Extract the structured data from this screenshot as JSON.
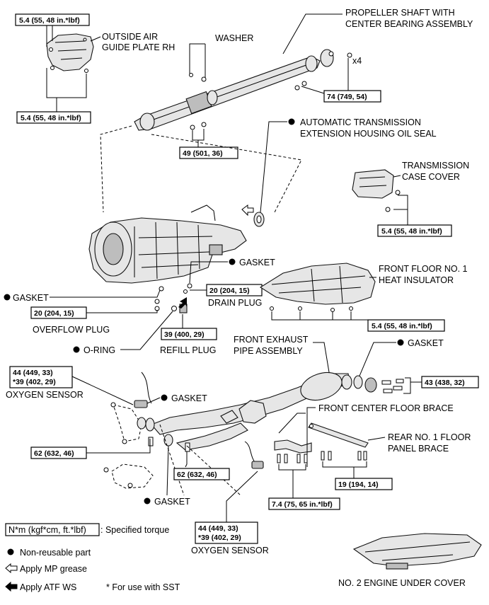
{
  "labels": {
    "outside_air_guide_plate": [
      "OUTSIDE AIR",
      "GUIDE PLATE RH"
    ],
    "washer": "WASHER",
    "propeller_shaft": [
      "PROPELLER SHAFT WITH",
      "CENTER BEARING ASSEMBLY"
    ],
    "x4": "x4",
    "at_oil_seal": [
      "AUTOMATIC TRANSMISSION",
      "EXTENSION HOUSING OIL SEAL"
    ],
    "transmission_case_cover": [
      "TRANSMISSION",
      "CASE COVER"
    ],
    "gasket": "GASKET",
    "front_floor_heat_insulator": [
      "FRONT FLOOR NO. 1",
      "HEAT INSULATOR"
    ],
    "drain_plug": "DRAIN PLUG",
    "overflow_plug": "OVERFLOW PLUG",
    "o_ring": "O-RING",
    "refill_plug": "REFILL PLUG",
    "front_exhaust_pipe": [
      "FRONT EXHAUST",
      "PIPE ASSEMBLY"
    ],
    "oxygen_sensor": "OXYGEN SENSOR",
    "front_center_floor_brace": "FRONT CENTER FLOOR BRACE",
    "rear_floor_panel_brace": [
      "REAR NO. 1 FLOOR",
      "PANEL BRACE"
    ],
    "no2_engine_under_cover": "NO. 2 ENGINE UNDER COVER"
  },
  "torques": {
    "t54": "5.4 (55, 48 in.*lbf)",
    "t74": "74 (749, 54)",
    "t49": "49 (501, 36)",
    "t20": "20 (204, 15)",
    "t39": "39 (400, 29)",
    "t44": "44 (449, 33)",
    "t39sst": "*39 (402, 29)",
    "t43": "43 (438, 32)",
    "t62": "62 (632, 46)",
    "t74b": "7.4 (75, 65 in.*lbf)",
    "t19": "19 (194, 14)"
  },
  "legend": {
    "torque_box": "N*m (kgf*cm, ft.*lbf)",
    "torque_desc": ": Specified torque",
    "non_reusable": "Non-reusable part",
    "mp_grease": "Apply MP grease",
    "atf_ws": "Apply ATF WS",
    "sst_note": "* For use with SST"
  }
}
